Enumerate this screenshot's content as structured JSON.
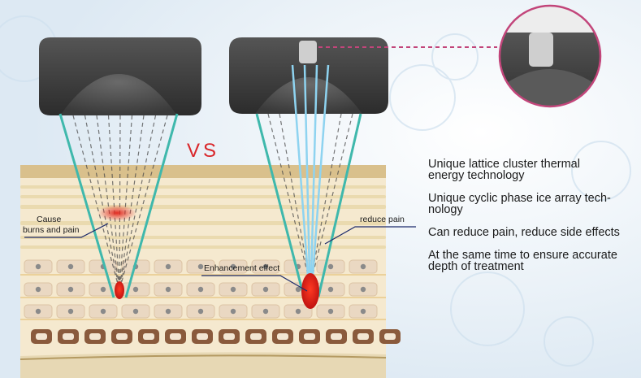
{
  "colors": {
    "background": "#eef4f9",
    "device_dark": "#3c3c3c",
    "skin_top": "#d9c08c",
    "skin_base": "#f5e9cf",
    "teal_beam": "#3fb8ac",
    "light_blue_beam": "#8ed3f0",
    "hot_spot": "#e2231a",
    "vs_red": "#d9262a",
    "magenta_line": "#c2457a",
    "cell_dark": "#7a5a45"
  },
  "labels": {
    "vs": "VS",
    "cause_line1": "Cause",
    "cause_line2": "burns and pain",
    "enhancement": "Enhancement effect",
    "reduce_pain": "reduce pain"
  },
  "features": [
    {
      "line1": "Unique lattice cluster thermal",
      "line2": "energy technology"
    },
    {
      "line1": "Unique cyclic phase ice array tech-",
      "line2": "nology"
    },
    {
      "line1": "Can reduce pain, reduce side effects",
      "line2": ""
    },
    {
      "line1": "At the same time to ensure accurate",
      "line2": "depth of treatment"
    }
  ]
}
